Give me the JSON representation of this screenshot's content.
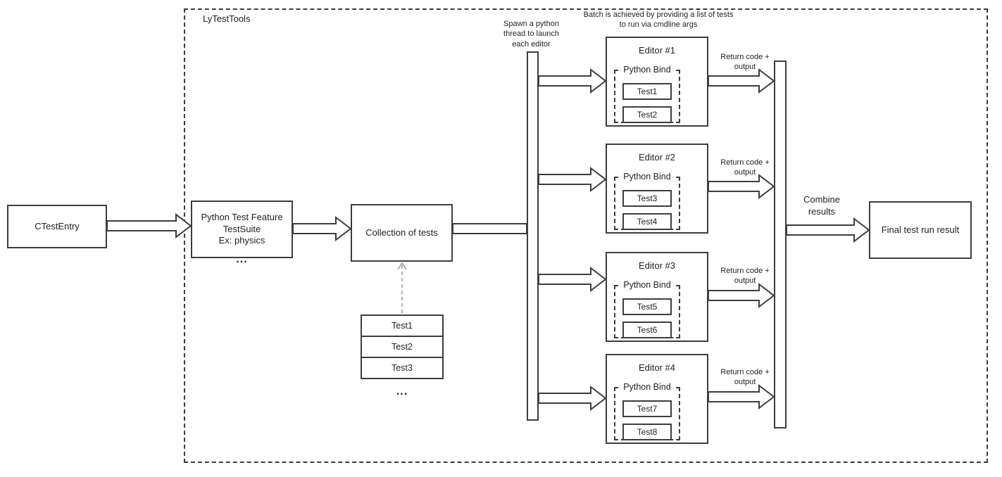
{
  "diagram": {
    "container_label": "LyTestTools",
    "nodes": {
      "ctest_entry": "CTestEntry",
      "python_test_feature": "Python Test Feature\nTestSuite\nEx: physics",
      "collection_of_tests": "Collection of tests",
      "final_result": "Final test run result",
      "test_stack": [
        "Test1",
        "Test2",
        "Test3"
      ],
      "ellipsis": "..."
    },
    "annotations": {
      "spawn_thread": "Spawn a python\nthread to launch\neach editor",
      "batch_note": "Batch is achieved by providing a list of tests\nto run via cmdline args",
      "combine_results": "Combine\nresults",
      "return_code": "Return code +\noutput"
    },
    "editors": [
      {
        "title": "Editor #1",
        "bind_label": "Python Bind",
        "tests": [
          "Test1",
          "Test2"
        ]
      },
      {
        "title": "Editor #2",
        "bind_label": "Python Bind",
        "tests": [
          "Test3",
          "Test4"
        ]
      },
      {
        "title": "Editor #3",
        "bind_label": "Python Bind",
        "tests": [
          "Test5",
          "Test6"
        ]
      },
      {
        "title": "Editor #4",
        "bind_label": "Python Bind",
        "tests": [
          "Test7",
          "Test8"
        ]
      }
    ],
    "colors": {
      "stroke": "#3d3d3d",
      "dashed_arrow": "#999999",
      "background": "#ffffff"
    }
  }
}
